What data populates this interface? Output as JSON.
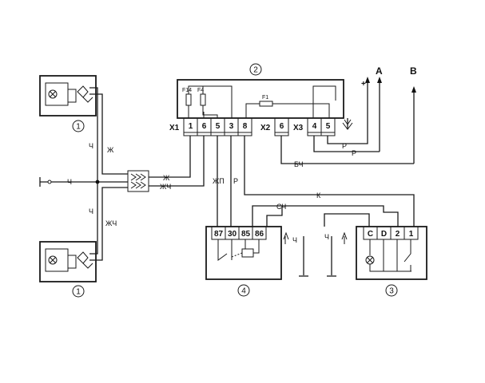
{
  "units": {
    "u1_top": "1",
    "u1_bottom": "1",
    "u2": "2",
    "u3": "3",
    "u4": "4"
  },
  "connectors": {
    "x1": "X1",
    "x2": "X2",
    "x3": "X3",
    "x1_pins": [
      "1",
      "6",
      "5",
      "3",
      "8"
    ],
    "x2_pins": [
      "6"
    ],
    "x3_pins": [
      "4",
      "5"
    ]
  },
  "fuses": {
    "f14": "F14",
    "f4": "F4",
    "f1": "F1"
  },
  "relay_pins": [
    "87",
    "30",
    "85",
    "86"
  ],
  "switch_pins": [
    "C",
    "D",
    "2",
    "1"
  ],
  "terminals": {
    "a": "A",
    "b": "B",
    "plus": "+"
  },
  "wire_labels": {
    "ch_top": "Ч",
    "zh_top": "Ж",
    "ch_ground": "Ч",
    "ch_bottom": "Ч",
    "zhch_bottom": "ЖЧ",
    "zh_conn": "Ж",
    "zhch_conn": "ЖЧ",
    "zhp": "ЖП",
    "r_relay": "Р",
    "bch": "БЧ",
    "r_upper": "Р",
    "r_lower": "Р",
    "k": "К",
    "sch": "СЧ",
    "ch_relay_gnd": "Ч",
    "ch_switch_gnd": "Ч"
  }
}
